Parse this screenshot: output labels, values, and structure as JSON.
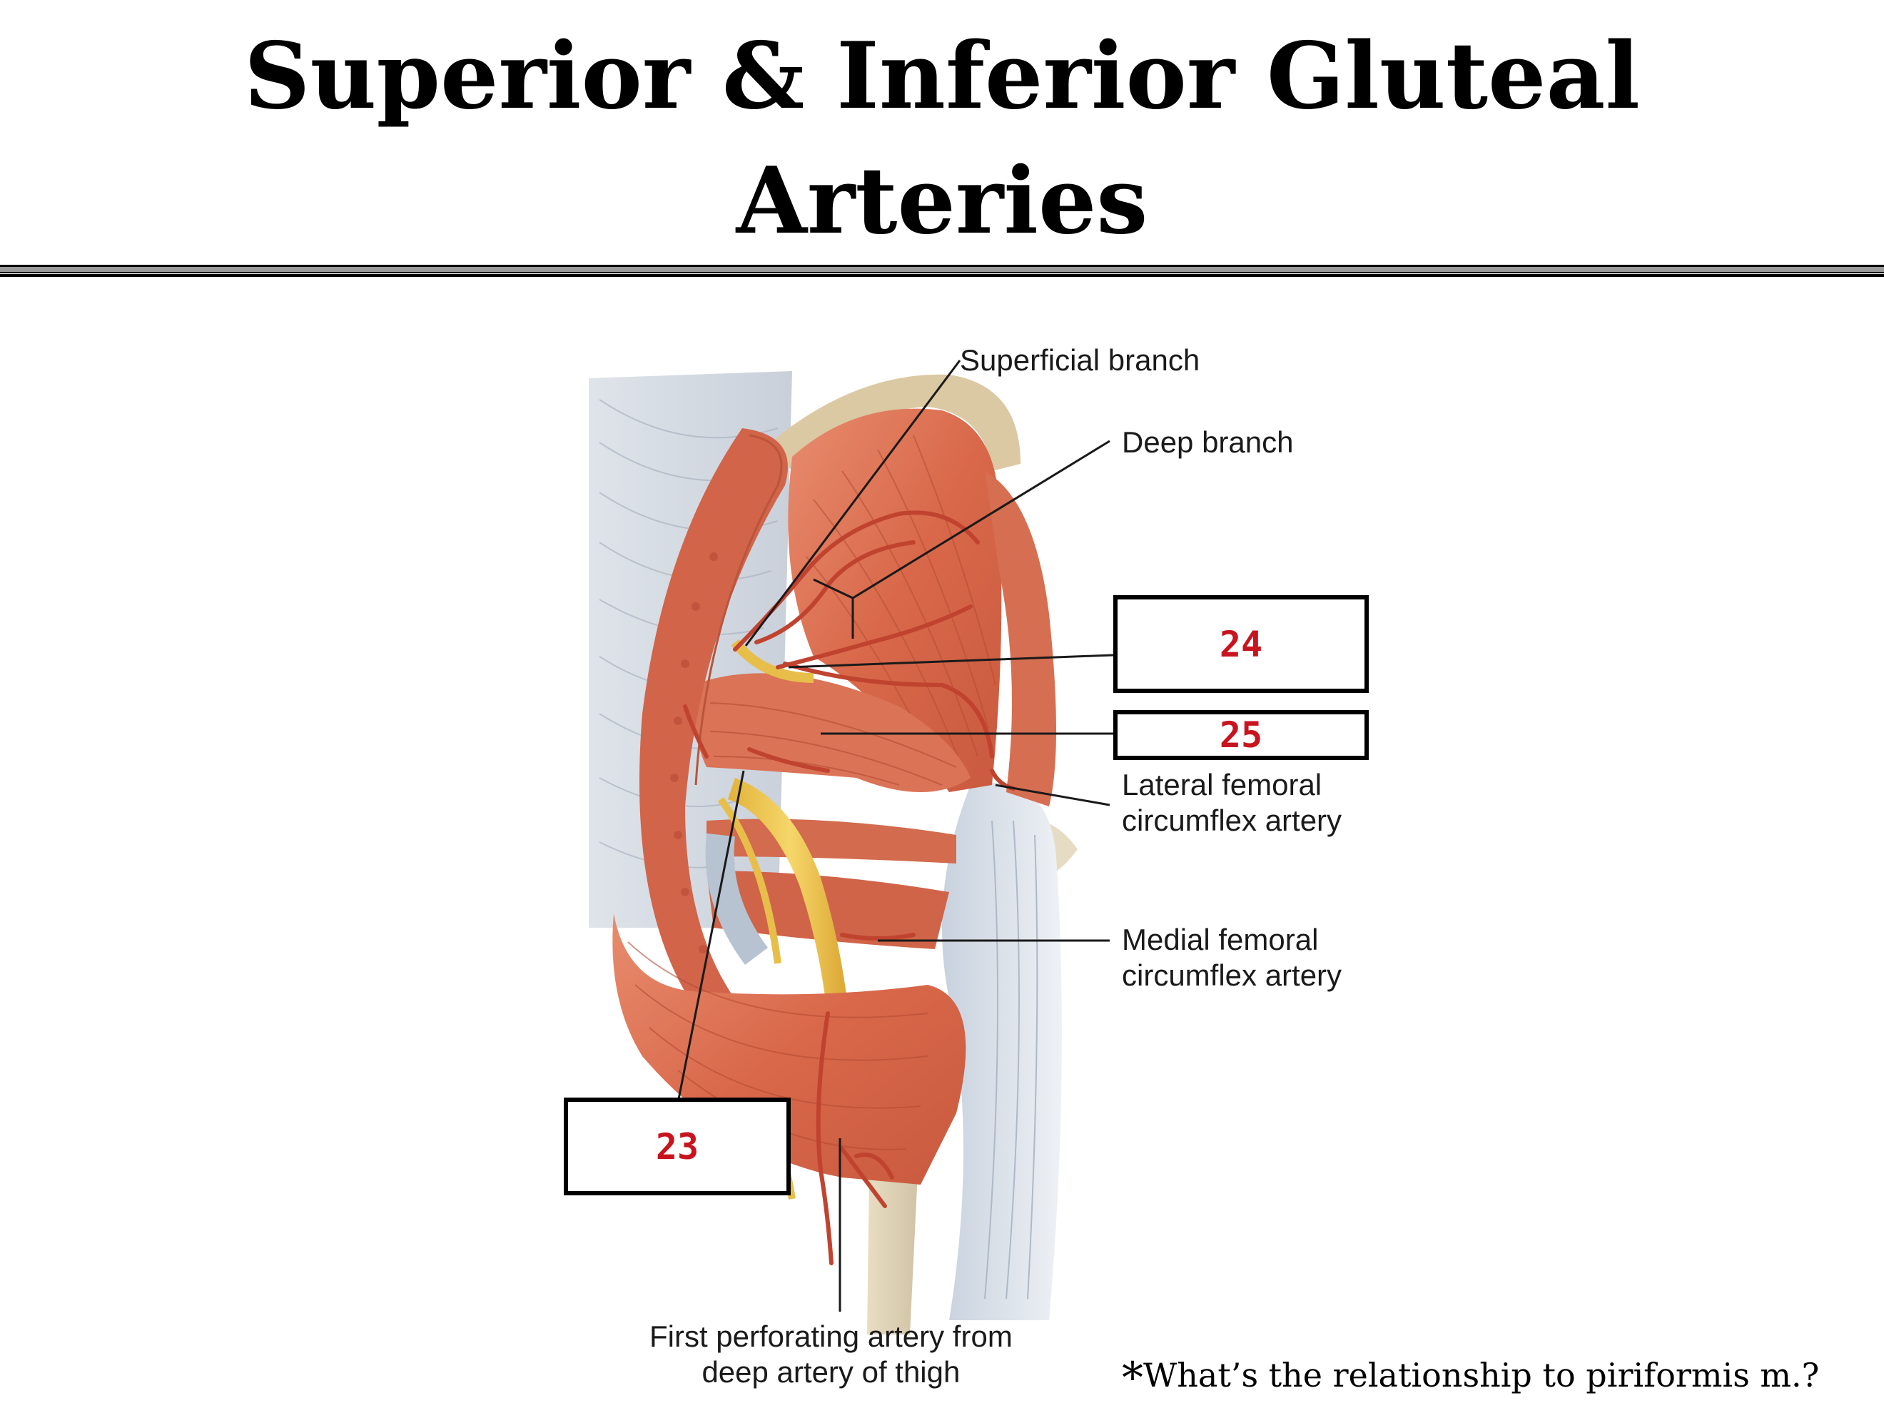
{
  "title_line1": "Superior & Inferior Gluteal",
  "title_line2": "Arteries",
  "labels": {
    "superficial_branch": "Superficial branch",
    "deep_branch": "Deep branch",
    "lateral_femoral_1": "Lateral femoral",
    "lateral_femoral_2": "circumflex artery",
    "medial_femoral_1": "Medial femoral",
    "medial_femoral_2": "circumflex artery",
    "first_perforating_1": "First perforating artery from",
    "first_perforating_2": "deep artery of thigh"
  },
  "boxes": {
    "box_24": "24",
    "box_25": "25",
    "box_23": "23"
  },
  "note_asterisk": "*",
  "note_text": "What’s the relationship to piriformis m.?"
}
